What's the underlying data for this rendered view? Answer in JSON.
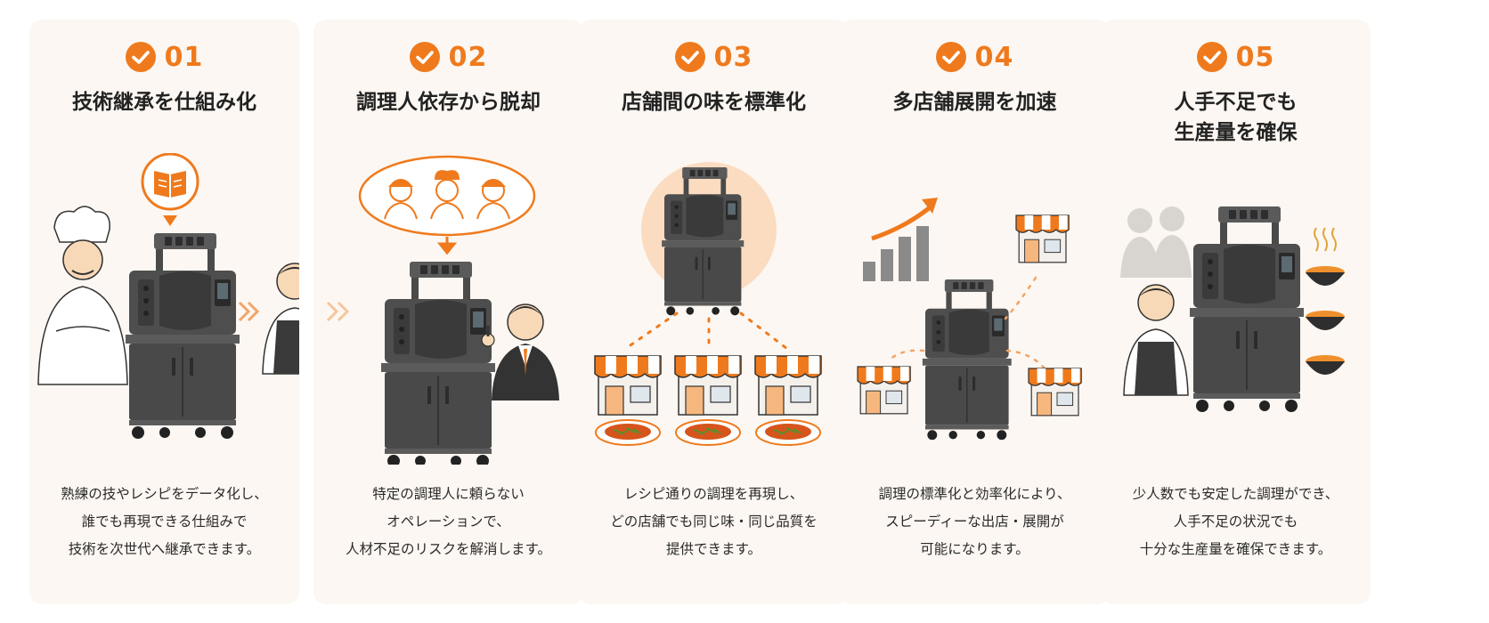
{
  "cards": [
    {
      "number": "01",
      "title_lines": [
        "技術継承を仕組み化"
      ],
      "desc_lines": [
        "熟練の技やレシピをデータ化し、",
        "誰でも再現できる仕組みで",
        "技術を次世代へ継承できます。"
      ]
    },
    {
      "number": "02",
      "title_lines": [
        "調理人依存から脱却"
      ],
      "desc_lines": [
        "特定の調理人に頼らない",
        "オペレーションで、",
        "人材不足のリスクを解消します。"
      ]
    },
    {
      "number": "03",
      "title_lines": [
        "店舗間の味を標準化"
      ],
      "desc_lines": [
        "レシピ通りの調理を再現し、",
        "どの店舗でも同じ味・同じ品質を",
        "提供できます。"
      ]
    },
    {
      "number": "04",
      "title_lines": [
        "多店舗展開を加速"
      ],
      "desc_lines": [
        "調理の標準化と効率化により、",
        "スピーディーな出店・展開が",
        "可能になります。"
      ]
    },
    {
      "number": "05",
      "title_lines": [
        "人手不足でも",
        "生産量を確保"
      ],
      "desc_lines": [
        "少人数でも安定した調理ができ、",
        "人手不足の状況でも",
        "十分な生産量を確保できます。"
      ]
    }
  ],
  "colors": {
    "accent": "#ef7a1d",
    "card_bg": "#fcf7f2",
    "machine": "#4b4b4b",
    "text": "#222222"
  },
  "icons": [
    "check-circle-icon",
    "recipe-book-icon",
    "chef-icon",
    "cook-icon",
    "businessman-icon",
    "store-icon",
    "dish-icon",
    "growth-chart-icon",
    "steam-bowl-icon",
    "chevron-right-icon"
  ]
}
